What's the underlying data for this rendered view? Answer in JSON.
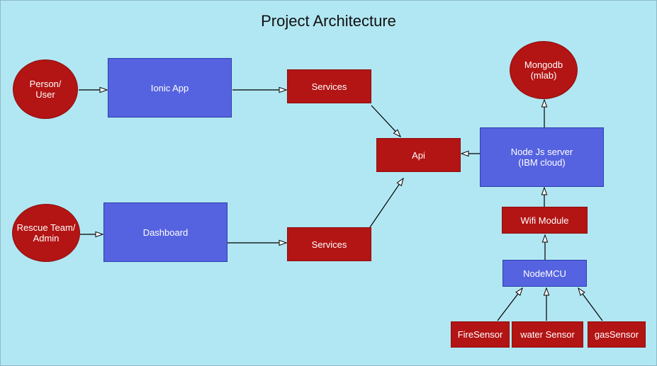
{
  "title": "Project Architecture",
  "colors": {
    "background": "#b1e7f2",
    "box_blue": "#5563e0",
    "box_red": "#b31414",
    "edge": "#000000"
  },
  "nodes": {
    "person_user": "Person/\nUser",
    "ionic_app": "Ionic App",
    "services_top": "Services",
    "rescue_team_admin": "Rescue Team/\nAdmin",
    "dashboard": "Dashboard",
    "services_bottom": "Services",
    "api": "Api",
    "node_js_server": "Node Js server\n(IBM cloud)",
    "mongodb": "Mongodb\n(mlab)",
    "wifi_module": "Wifi Module",
    "nodemcu": "NodeMCU",
    "fire_sensor": "FireSensor",
    "water_sensor": "water Sensor",
    "gas_sensor": "gasSensor"
  },
  "edges": [
    {
      "from": "person_user",
      "to": "ionic_app"
    },
    {
      "from": "ionic_app",
      "to": "services_top"
    },
    {
      "from": "services_top",
      "to": "api"
    },
    {
      "from": "rescue_team_admin",
      "to": "dashboard"
    },
    {
      "from": "dashboard",
      "to": "services_bottom"
    },
    {
      "from": "services_bottom",
      "to": "api"
    },
    {
      "from": "node_js_server",
      "to": "api"
    },
    {
      "from": "node_js_server",
      "to": "mongodb"
    },
    {
      "from": "wifi_module",
      "to": "node_js_server"
    },
    {
      "from": "nodemcu",
      "to": "wifi_module"
    },
    {
      "from": "fire_sensor",
      "to": "nodemcu"
    },
    {
      "from": "water_sensor",
      "to": "nodemcu"
    },
    {
      "from": "gas_sensor",
      "to": "nodemcu"
    }
  ]
}
